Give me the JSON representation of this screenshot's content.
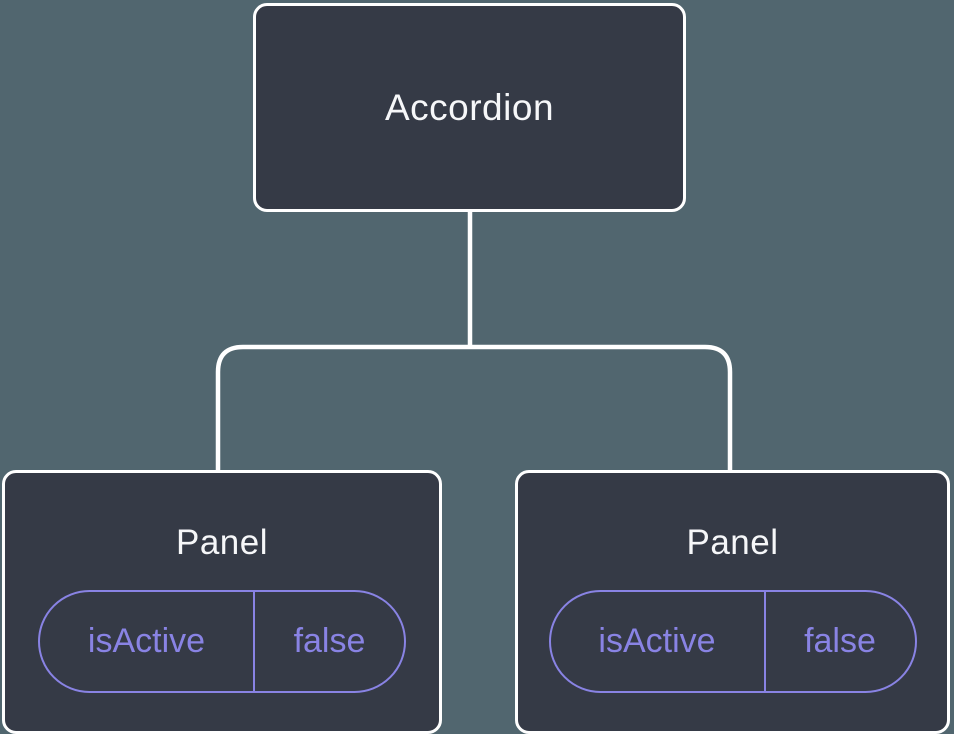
{
  "diagram": {
    "description": "React component tree diagram",
    "root": {
      "label": "Accordion"
    },
    "children": [
      {
        "label": "Panel",
        "state": {
          "key": "isActive",
          "value": "false"
        }
      },
      {
        "label": "Panel",
        "state": {
          "key": "isActive",
          "value": "false"
        }
      }
    ]
  },
  "colors": {
    "background": "#51666F",
    "node_fill": "#353A46",
    "node_border": "#FFFFFF",
    "connector": "#FFFFFF",
    "state_accent": "#8983E4",
    "title_text": "#F6F7F9"
  }
}
